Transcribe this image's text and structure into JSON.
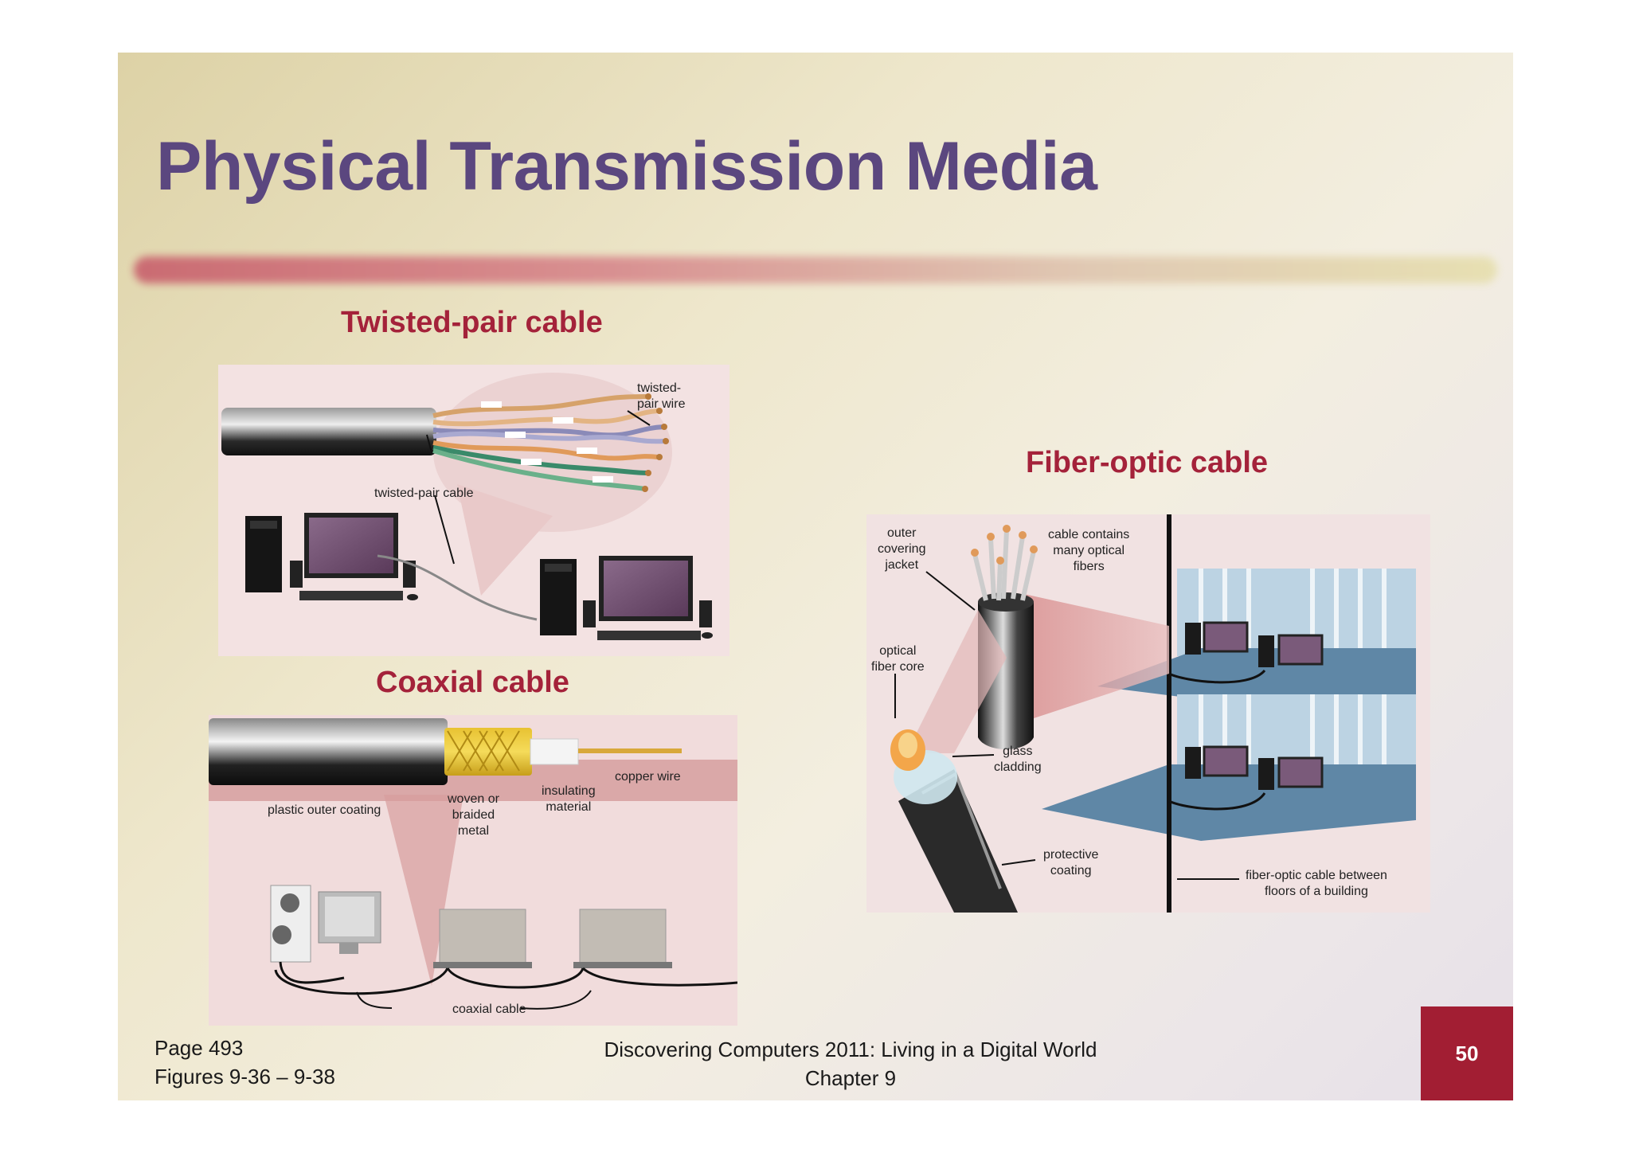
{
  "slide": {
    "title": "Physical Transmission Media",
    "sections": {
      "twisted_pair": {
        "heading": "Twisted-pair cable",
        "labels": {
          "wire": "twisted-\npair wire",
          "cable": "twisted-pair cable"
        }
      },
      "coaxial": {
        "heading": "Coaxial cable",
        "labels": {
          "outer": "plastic outer coating",
          "woven": "woven or\nbraided\nmetal",
          "insulating": "insulating\nmaterial",
          "copper": "copper wire",
          "coax": "coaxial cable"
        }
      },
      "fiber": {
        "heading": "Fiber-optic cable",
        "labels": {
          "outer": "outer\ncovering\njacket",
          "contains": "cable contains\nmany optical\nfibers",
          "core": "optical\nfiber core",
          "cladding": "glass\ncladding",
          "protective": "protective\ncoating",
          "between": "fiber-optic cable between\nfloors of a building"
        }
      }
    },
    "footer": {
      "page": "Page 493",
      "figures": "Figures 9-36 – 9-38",
      "book": "Discovering Computers 2011: Living in a Digital World",
      "chapter": "Chapter 9",
      "page_number": "50"
    },
    "colors": {
      "title": "#5b477f",
      "heading": "#a4223a",
      "page_box": "#a21e33"
    }
  }
}
